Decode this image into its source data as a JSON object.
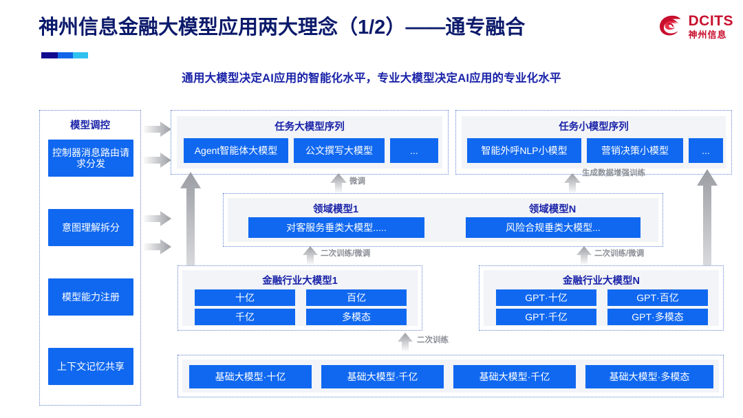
{
  "header": {
    "title": "神州信息金融大模型应用两大理念（1/2）——通专融合",
    "subtitle": "通用大模型决定AI应用的智能化水平，专业大模型决定AI应用的专业化水平",
    "logo_en": "DCITS",
    "logo_cn": "神州信息",
    "accent_colors": [
      "#120b8f",
      "#1266e8",
      "#2fc1ef"
    ],
    "brand_red": "#c8102e",
    "title_color": "#0c1a6b"
  },
  "sidebar": {
    "title": "模型调控",
    "items": [
      {
        "label": "控制器消息路由请求分发"
      },
      {
        "label": "意图理解拆分"
      },
      {
        "label": "模型能力注册"
      },
      {
        "label": "上下文记忆共享"
      }
    ]
  },
  "task_large": {
    "title": "任务大模型序列",
    "items": [
      "Agent智能体大模型",
      "公文撰写大模型",
      "..."
    ]
  },
  "task_small": {
    "title": "任务小模型序列",
    "items": [
      "智能外呼NLP小模型",
      "营销决策小模型",
      "..."
    ]
  },
  "domain_models": [
    {
      "title": "领域模型1",
      "item": "对客服务垂类大模型....."
    },
    {
      "title": "领域模型N",
      "item": "风险合规垂类大模型..."
    }
  ],
  "industry_models": [
    {
      "title": "金融行业大模型1",
      "items": [
        "十亿",
        "百亿",
        "千亿",
        "多模态"
      ]
    },
    {
      "title": "金融行业大模型N",
      "items": [
        "GPT·十亿",
        "GPT·百亿",
        "GPT·千亿",
        "GPT·多模态"
      ]
    }
  ],
  "base_models": {
    "items": [
      "基础大模型·十亿",
      "基础大模型·千亿",
      "基础大模型·千亿",
      "基础大模型·多模态"
    ]
  },
  "arrow_labels": {
    "fine_tune": "微调",
    "gen_data_aug": "生成数据增强训练",
    "retrain_tune_left": "二次训练/微调",
    "retrain_tune_right": "二次训练/微调",
    "retrain": "二次训练"
  },
  "colors": {
    "box_blue": "#1068f0",
    "panel_grey": "#f2f4f8",
    "dotted_border": "#5d7fd1",
    "arrow_grey": "#9a9da3"
  }
}
